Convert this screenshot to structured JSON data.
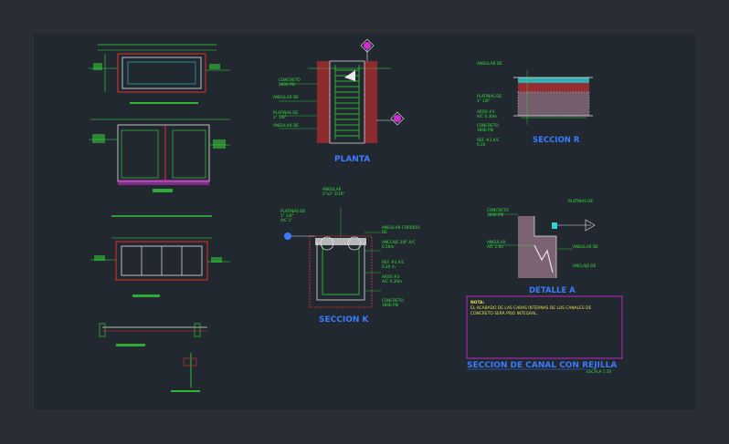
{
  "titles": {
    "planta": "PLANTA",
    "seccion_r": "SECCION R",
    "seccion_k": "SECCION K",
    "detalle_a": "DETALLE A",
    "main": "SECCION DE CANAL CON REJILLA",
    "scale": "ESCALA 1:10"
  },
  "note": {
    "heading": "NOTA:",
    "line1": "EL ACABADO DE LAS CARAS INTERNAS DE LOS CANALES DE",
    "line2": "CONCRETO SERÁ PISO INTEGRAL."
  },
  "labels": {
    "planta": {
      "concreto": "CONCRETO",
      "concreto_psi": "3000 PSI",
      "angular": "ANGULAR DE",
      "platinas": "PLATINAS DE",
      "platinas_size": "1\" 1/8\"",
      "angular_de": "ANGULAR DE"
    },
    "seccion_r": {
      "angular": "ANGULAR DE",
      "platinas": "PLATINAS DE",
      "platinas_size": "1\" 1/8\"",
      "aros": "AROS #3",
      "aros_spacing": "A/C 0.30m",
      "concreto": "CONCRETO",
      "concreto_psi": "3000 PSI",
      "ref": "REF. #3 A/C",
      "ref2": "0.20"
    },
    "seccion_k": {
      "angular": "ANGULAR",
      "angular_size": "2\"x2\" 3/16\"",
      "platinas": "PLATINAS DE",
      "platinas_size": "1\" 1/8\"",
      "platinas_ac": "A/C 1\"",
      "angular_corrido": "ANGULAR CORRIDO",
      "angular_corrido2": "DE",
      "anclaje": "ANCLAJE 3/8\" A/C",
      "anclaje2": "0.50m",
      "ref": "REF. #3 A/C",
      "ref2": "0.20 m",
      "aros": "AROS #3",
      "aros2": "A/C 0.30m",
      "concreto": "CONCRETO",
      "concreto_psi": "3000 PSI"
    },
    "detalle_a": {
      "concreto": "CONCRETO",
      "concreto_psi": "3000 PSI",
      "platinas": "PLATINAS DE",
      "angular": "ANGULAR",
      "angular2": "A/C 1.00",
      "angular_de": "ANGULAR DE",
      "anclaje": "ANCLAJE DE"
    }
  },
  "colors": {
    "background": "#2a2d33",
    "sheet": "#212830",
    "line_green": "#35e23a",
    "line_red": "#e53030",
    "line_white": "#e8e8e8",
    "line_cyan": "#35d0d0",
    "line_magenta": "#d02bd0",
    "line_blue": "#3a7bff",
    "note_yellow": "#e8e14a"
  }
}
